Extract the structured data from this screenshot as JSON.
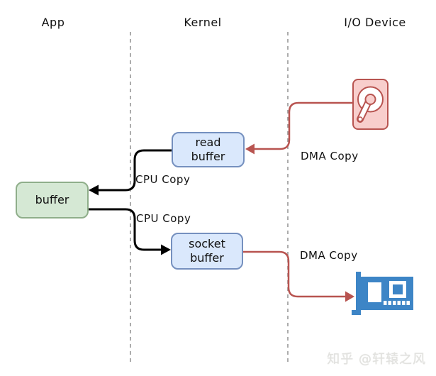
{
  "diagram": {
    "columns": [
      {
        "label": "App"
      },
      {
        "label": "Kernel"
      },
      {
        "label": "I/O Device"
      }
    ],
    "nodes": {
      "app_buffer": {
        "label": "buffer"
      },
      "read_buffer": {
        "label": "read\nbuffer"
      },
      "socket_buffer": {
        "label": "socket\nbuffer"
      }
    },
    "icons": {
      "disk": "hard-disk-drive",
      "nic": "network-interface-card"
    },
    "edges": [
      {
        "from": "disk",
        "to": "read_buffer",
        "label": "DMA Copy",
        "type": "dma"
      },
      {
        "from": "read_buffer",
        "to": "app_buffer",
        "label": "CPU Copy",
        "type": "cpu"
      },
      {
        "from": "app_buffer",
        "to": "socket_buffer",
        "label": "CPU Copy",
        "type": "cpu"
      },
      {
        "from": "socket_buffer",
        "to": "nic",
        "label": "DMA Copy",
        "type": "dma"
      }
    ]
  },
  "watermark": "知乎 @轩辕之风",
  "colors": {
    "dma-red": "#b85450",
    "cpu-black": "#000000",
    "blue-fill": "#dae8fc",
    "blue-stroke": "#7590bf",
    "green-fill": "#d5e8d4",
    "green-stroke": "#8fae8a",
    "disk-fill": "#f8cecc",
    "nic-blue": "#3d85c6",
    "dashed-gray": "#909090"
  }
}
